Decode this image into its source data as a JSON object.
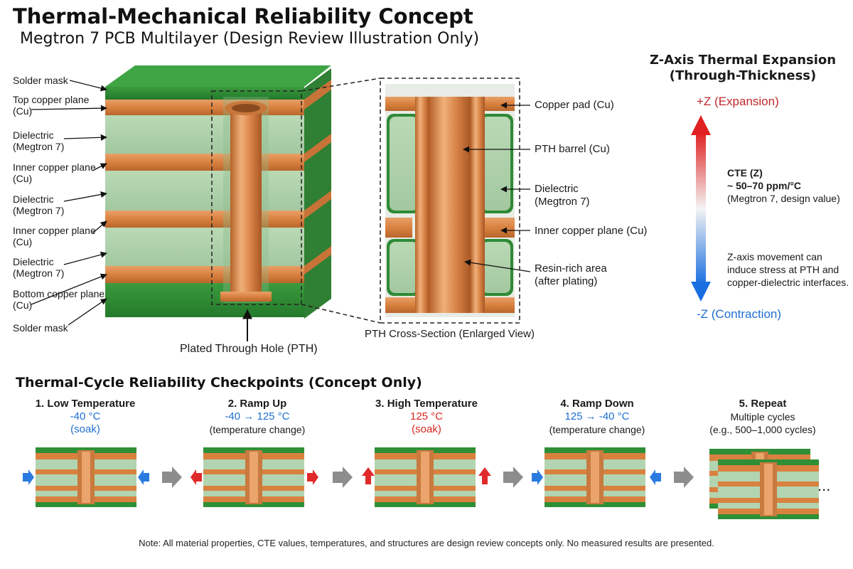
{
  "header": {
    "title": "Thermal-Mechanical Reliability Concept",
    "subtitle": "Megtron 7 PCB Multilayer (Design Review Illustration Only)"
  },
  "stack_labels": [
    {
      "line1": "Solder mask",
      "line2": ""
    },
    {
      "line1": "Top copper plane",
      "line2": "(Cu)"
    },
    {
      "line1": "Dielectric",
      "line2": "(Megtron 7)"
    },
    {
      "line1": "Inner copper plane",
      "line2": "(Cu)"
    },
    {
      "line1": "Dielectric",
      "line2": "(Megtron 7)"
    },
    {
      "line1": "Inner copper plane",
      "line2": "(Cu)"
    },
    {
      "line1": "Dielectric",
      "line2": "(Megtron 7)"
    },
    {
      "line1": "Bottom copper plane",
      "line2": "(Cu)"
    },
    {
      "line1": "Solder mask",
      "line2": ""
    }
  ],
  "pth_caption": "Plated Through Hole (PTH)",
  "section": {
    "caption": "PTH Cross-Section (Enlarged View)",
    "labels": [
      {
        "line1": "Copper pad (Cu)",
        "line2": ""
      },
      {
        "line1": "PTH barrel (Cu)",
        "line2": ""
      },
      {
        "line1": "Dielectric",
        "line2": "(Megtron 7)"
      },
      {
        "line1": "Inner copper plane (Cu)",
        "line2": ""
      },
      {
        "line1": "Resin-rich area",
        "line2": "(after plating)"
      }
    ]
  },
  "z_axis": {
    "title_line1": "Z-Axis Thermal Expansion",
    "title_line2": "(Through-Thickness)",
    "plus": "+Z (Expansion)",
    "minus": "-Z (Contraction)",
    "cte_label": "CTE (Z)",
    "cte_value": "~ 50–70 ppm/°C",
    "cte_note": "(Megtron 7, design value)",
    "stress_note": [
      "Z-axis movement can",
      "induce stress at PTH and",
      "copper-dielectric interfaces."
    ],
    "colors": {
      "top": "#e02020",
      "mid": "#ffffff",
      "bottom": "#1a6fe0"
    }
  },
  "checkpoints": {
    "heading": "Thermal-Cycle Reliability Checkpoints (Concept Only)",
    "steps": [
      {
        "title": "1. Low Temperature",
        "line1": "-40 °C",
        "line2": "(soak)",
        "tone": "blue",
        "arrows": "inward"
      },
      {
        "title": "2. Ramp Up",
        "line1": "-40 → 125 °C",
        "line2": "(temperature change)",
        "tone": "mixed",
        "arrows": "outward"
      },
      {
        "title": "3. High Temperature",
        "line1": "125 °C",
        "line2": "(soak)",
        "tone": "red",
        "arrows": "up"
      },
      {
        "title": "4. Ramp Down",
        "line1": "125 → -40 °C",
        "line2": "(temperature change)",
        "tone": "mixed",
        "arrows": "inward"
      },
      {
        "title": "5. Repeat",
        "line1": "Multiple cycles",
        "line2": "(e.g., 500–1,000 cycles)",
        "tone": "dark",
        "arrows": "none"
      }
    ],
    "ellipsis": "..."
  },
  "note": "Note: All material properties, CTE values, temperatures, and structures are design review concepts only. No measured results are presented."
}
